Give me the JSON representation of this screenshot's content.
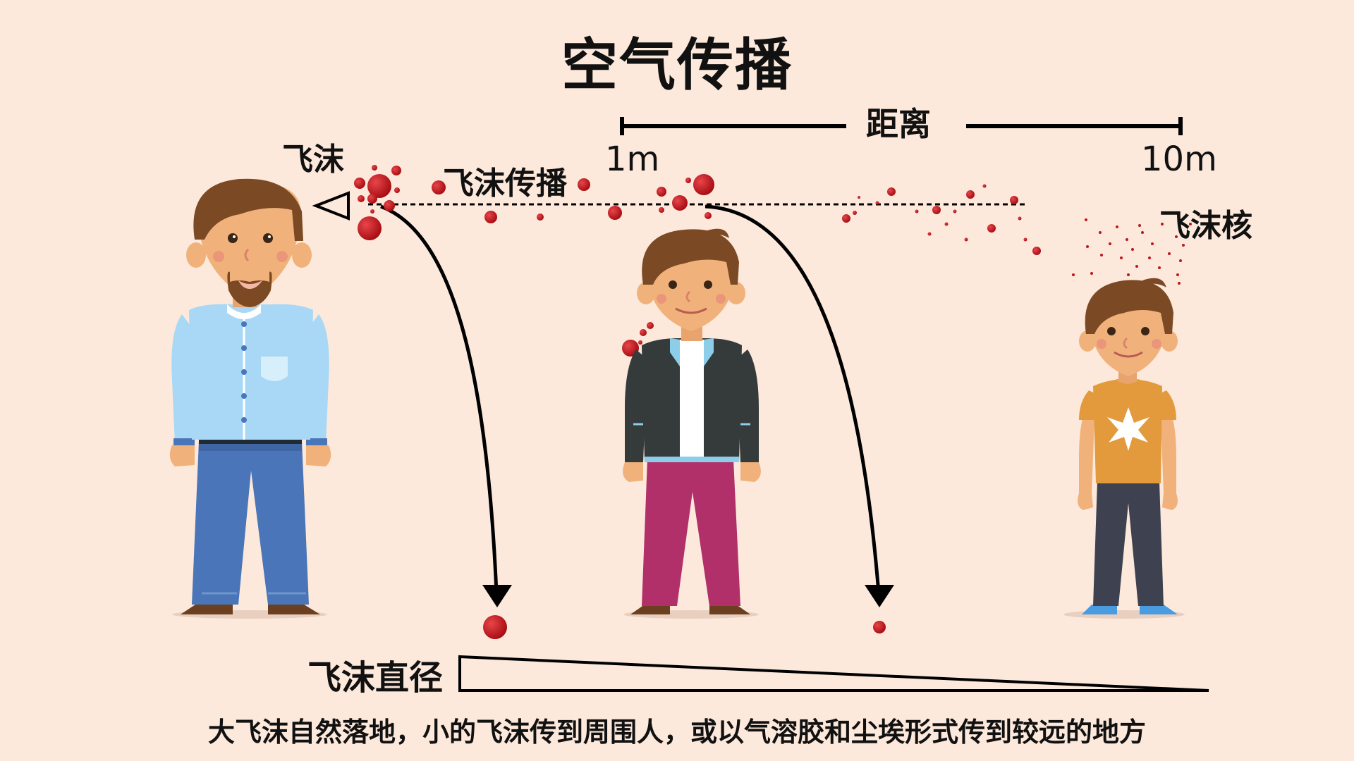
{
  "title": "空气传播",
  "labels": {
    "distance": "距离",
    "tick_start": "1m",
    "tick_end": "10m",
    "droplet": "飞沫",
    "droplet_spread": "飞沫传播",
    "droplet_nucleus": "飞沫核",
    "droplet_diameter": "飞沫直径"
  },
  "caption": "大飞沫自然落地，小的飞沫传到周围人，或以气溶胶和尘埃形式传到较远的地方",
  "colors": {
    "background": "#fde9dc",
    "droplet": "#c0161c",
    "text": "#111111",
    "skin": "#f0b27a",
    "hair": "#7b4a25",
    "shirt_blue": "#a8d8f5",
    "jeans": "#4a75b8",
    "jacket": "#353a3a",
    "pants_magenta": "#b2306a",
    "tshirt_orange": "#e39a3c",
    "pants_navy": "#3e4250"
  }
}
